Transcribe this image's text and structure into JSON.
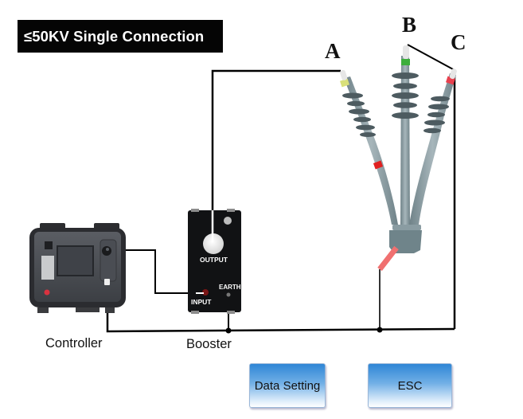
{
  "title": "≤50KV Single Connection",
  "phases": [
    {
      "label": "A",
      "band_color": "#d9e07a"
    },
    {
      "label": "B",
      "band_color": "#3cae3c"
    },
    {
      "label": "C",
      "band_color": "#e8404e"
    }
  ],
  "devices": {
    "controller": {
      "label": "Controller"
    },
    "booster": {
      "label": "Booster",
      "ports": {
        "output": "OUTPUT",
        "input": "INPUT",
        "earth": "EARTH"
      }
    }
  },
  "buttons": {
    "data_setting": "Data Setting",
    "esc": "ESC"
  },
  "colors": {
    "title_bg": "#050505",
    "wire": "#000000",
    "button_top": "#2f86d6",
    "ground_lead": "#f07070",
    "cable_red_band": "#e02020"
  }
}
